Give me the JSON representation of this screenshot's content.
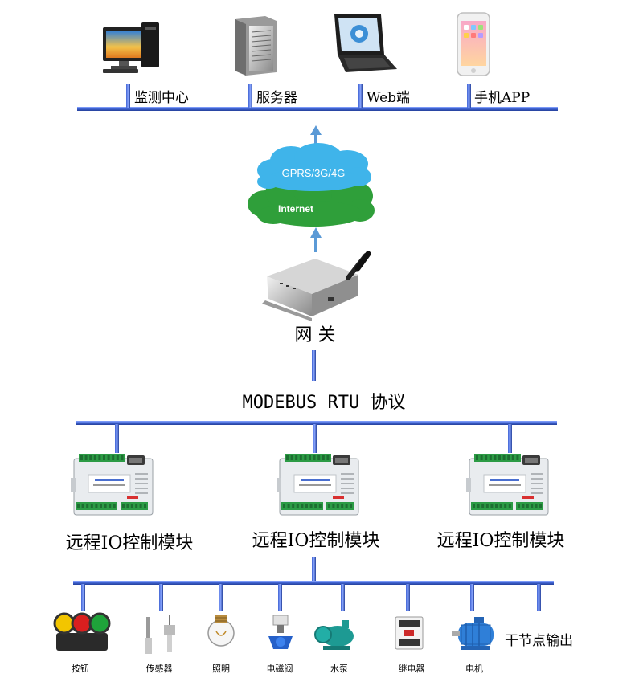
{
  "top_nodes": [
    {
      "label": "监测中心",
      "icon": "desktop-computer-icon"
    },
    {
      "label": "服务器",
      "icon": "server-tower-icon"
    },
    {
      "label": "Web端",
      "icon": "laptop-icon"
    },
    {
      "label": "手机APP",
      "icon": "smartphone-icon"
    }
  ],
  "cloud": {
    "top": "GPRS/3G/4G",
    "bottom": "Internet"
  },
  "gateway_label": "网 关",
  "protocol_label": "MODEBUS RTU 协议",
  "modules": [
    {
      "label": "远程IO控制模块"
    },
    {
      "label": "远程IO控制模块"
    },
    {
      "label": "远程IO控制模块"
    }
  ],
  "devices": [
    {
      "label": "按钮",
      "icon": "push-buttons-icon"
    },
    {
      "label": "传感器",
      "icon": "sensor-probe-icon"
    },
    {
      "label": "照明",
      "icon": "light-bulb-icon"
    },
    {
      "label": "电磁阀",
      "icon": "solenoid-valve-icon"
    },
    {
      "label": "水泵",
      "icon": "water-pump-icon"
    },
    {
      "label": "继电器",
      "icon": "contactor-relay-icon"
    },
    {
      "label": "电机",
      "icon": "electric-motor-icon"
    }
  ],
  "dry_contact_label": "干节点输出",
  "colors": {
    "bus": "#4a6fd0",
    "arrow": "#5b9ad6",
    "cloud_blue": "#3fb4ea",
    "cloud_green": "#2f9f3a"
  }
}
